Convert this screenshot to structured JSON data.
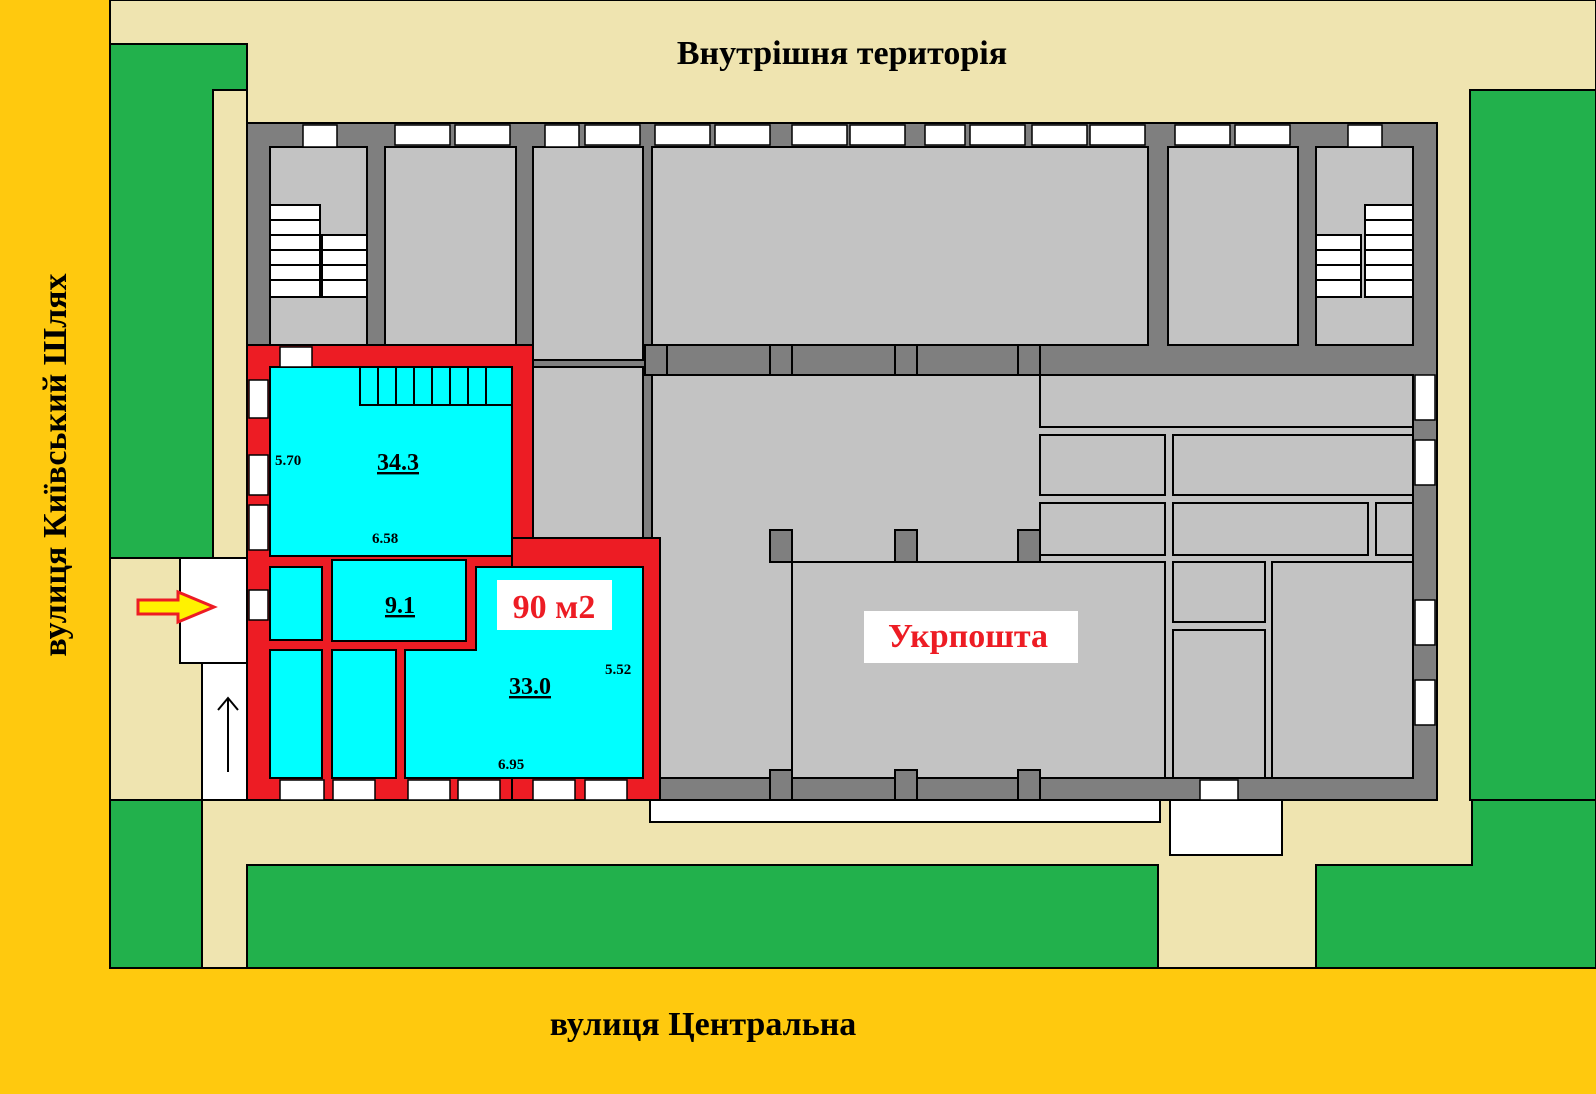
{
  "labels": {
    "top_area": "Внутрішня територія",
    "left_street": "вулиця Київський Шлях",
    "bottom_street": "вулиця Центральна",
    "tenant": "Укрпошта",
    "total_area": "90 м2"
  },
  "rooms": [
    {
      "area": "34.3"
    },
    {
      "area": "9.1"
    },
    {
      "area": "33.0"
    }
  ],
  "dimensions": [
    "5.70",
    "6.58",
    "5.52",
    "6.95"
  ],
  "colors": {
    "street": "#FFC90E",
    "territory": "#EFE4B0",
    "lawn": "#22B14C",
    "room": "#C3C3C3",
    "wall": "#7F7F7F",
    "offered_wall": "#ED1C24",
    "offered_room": "#00FFFF",
    "total_area_text": "#ED1C24"
  },
  "icons": [
    "entrance-arrow-icon",
    "direction-arrow-icon",
    "stairs-down-icon"
  ]
}
